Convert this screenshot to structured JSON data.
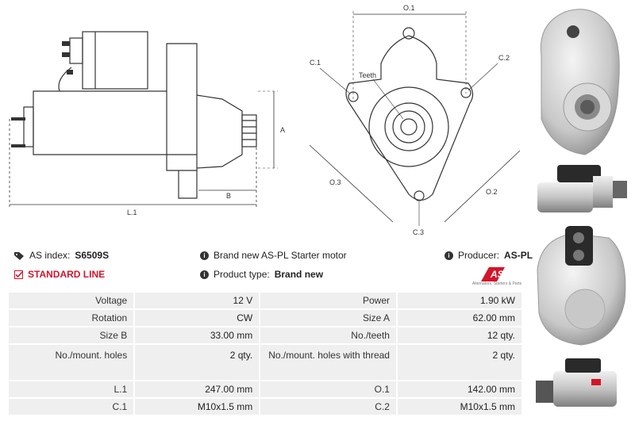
{
  "drawing": {
    "dim_A": "A",
    "dim_B": "B",
    "dim_L1": "L.1",
    "dim_O1": "O.1",
    "dim_O2": "O.2",
    "dim_O3": "O.3",
    "dim_C1": "C.1",
    "dim_C2": "C.2",
    "dim_C3": "C.3",
    "teeth": "Teeth"
  },
  "info": {
    "as_index_label": "AS index:",
    "as_index_value": "S6509S",
    "description": "Brand new AS-PL Starter motor",
    "producer_label": "Producer:",
    "producer_value": "AS-PL",
    "standard_line": "STANDARD LINE",
    "product_type_label": "Product type:",
    "product_type_value": "Brand new",
    "logo_text": "AS",
    "logo_tagline": "Alternators, Starters & Parts"
  },
  "specs": [
    {
      "l1": "Voltage",
      "v1": "12 V",
      "l2": "Power",
      "v2": "1.90 kW"
    },
    {
      "l1": "Rotation",
      "v1": "CW",
      "l2": "Size A",
      "v2": "62.00 mm"
    },
    {
      "l1": "Size B",
      "v1": "33.00 mm",
      "l2": "No./teeth",
      "v2": "12 qty."
    },
    {
      "l1": "No./mount. holes",
      "v1": "2 qty.",
      "l2": "No./mount. holes with thread",
      "v2": "2 qty."
    },
    {
      "l1": "L.1",
      "v1": "247.00 mm",
      "l2": "O.1",
      "v2": "142.00 mm"
    },
    {
      "l1": "C.1",
      "v1": "M10x1.5 mm",
      "l2": "C.2",
      "v2": "M10x1.5 mm"
    }
  ],
  "colors": {
    "accent_red": "#d4142a",
    "cell_bg": "#efefef"
  }
}
